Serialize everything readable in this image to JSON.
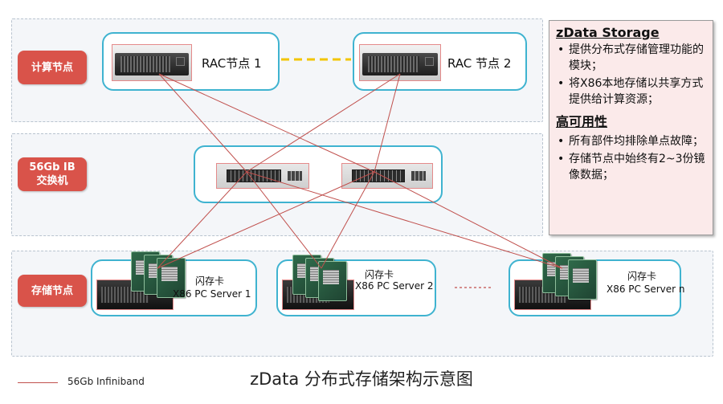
{
  "tiers": {
    "compute": "计算节点",
    "switch": "56Gb IB\n交换机",
    "storage": "存储节点"
  },
  "compute_nodes": [
    {
      "label": "RAC节点  1"
    },
    {
      "label": "RAC  节点  2"
    }
  ],
  "storage_nodes": [
    {
      "card_label": "闪存卡",
      "server_label": "X86 PC Server 1"
    },
    {
      "card_label": "闪存卡",
      "server_label": "X86 PC Server 2"
    },
    {
      "card_label": "闪存卡",
      "server_label": "X86 PC Server n"
    }
  ],
  "info_panel": {
    "title1": "zData Storage",
    "items1": [
      "提供分布式存储管理功能的模块；",
      "将X86本地存储以共享方式提供给计算资源；"
    ],
    "title2": "高可用性",
    "items2": [
      "所有部件均排除单点故障；",
      "存储节点中始终有2~3份镜像数据；"
    ]
  },
  "caption": "zData 分布式存储架构示意图",
  "legend": {
    "label": "56Gb Infiniband"
  },
  "colors": {
    "link": "#c0504d",
    "heartbeat": "#f2c500",
    "node_border": "#3fb3d0",
    "tier_label": "#d9534a",
    "panel_bg": "#fbeaea"
  }
}
